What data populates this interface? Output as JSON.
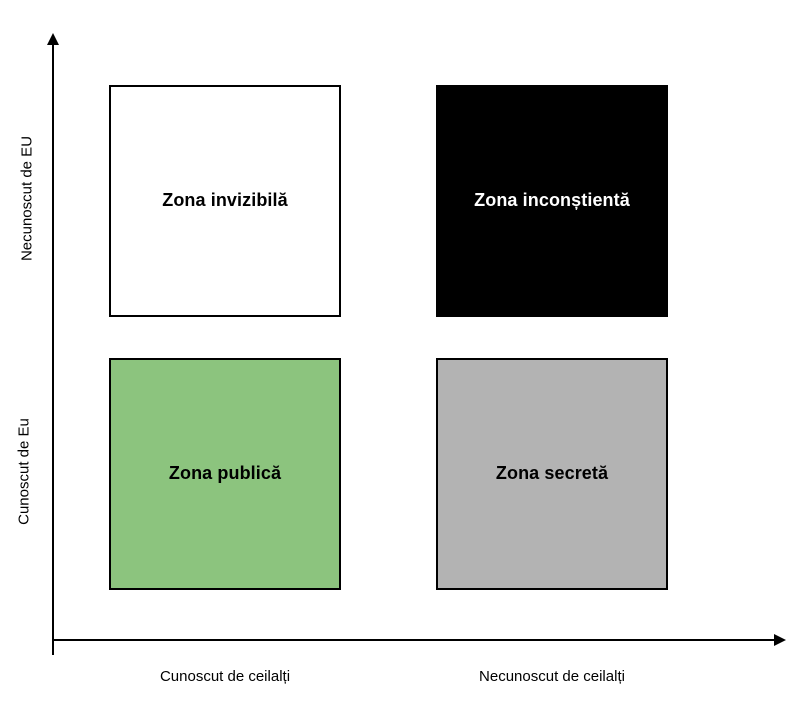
{
  "diagram": {
    "type": "johari-window",
    "language": "ro",
    "axes": {
      "y_top_label": "Necunoscut de EU",
      "y_bottom_label": "Cunoscut de Eu",
      "x_left_label": "Cunoscut de ceilalți",
      "x_right_label": "Necunoscut de ceilalți",
      "axis_color": "#000000"
    },
    "quadrants": [
      {
        "id": "blind",
        "label": "Zona invizibilă",
        "fill": "#ffffff",
        "text_color": "#000000",
        "border_color": "#000000",
        "row": "top",
        "column": "left"
      },
      {
        "id": "unknown",
        "label": "Zona inconștientă",
        "fill": "#000000",
        "text_color": "#ffffff",
        "border_color": "#000000",
        "row": "top",
        "column": "right"
      },
      {
        "id": "open",
        "label": "Zona publică",
        "fill": "#8cc47e",
        "text_color": "#000000",
        "border_color": "#000000",
        "row": "bottom",
        "column": "left"
      },
      {
        "id": "hidden",
        "label": "Zona secretă",
        "fill": "#b3b3b3",
        "text_color": "#000000",
        "border_color": "#000000",
        "row": "bottom",
        "column": "right"
      }
    ]
  }
}
